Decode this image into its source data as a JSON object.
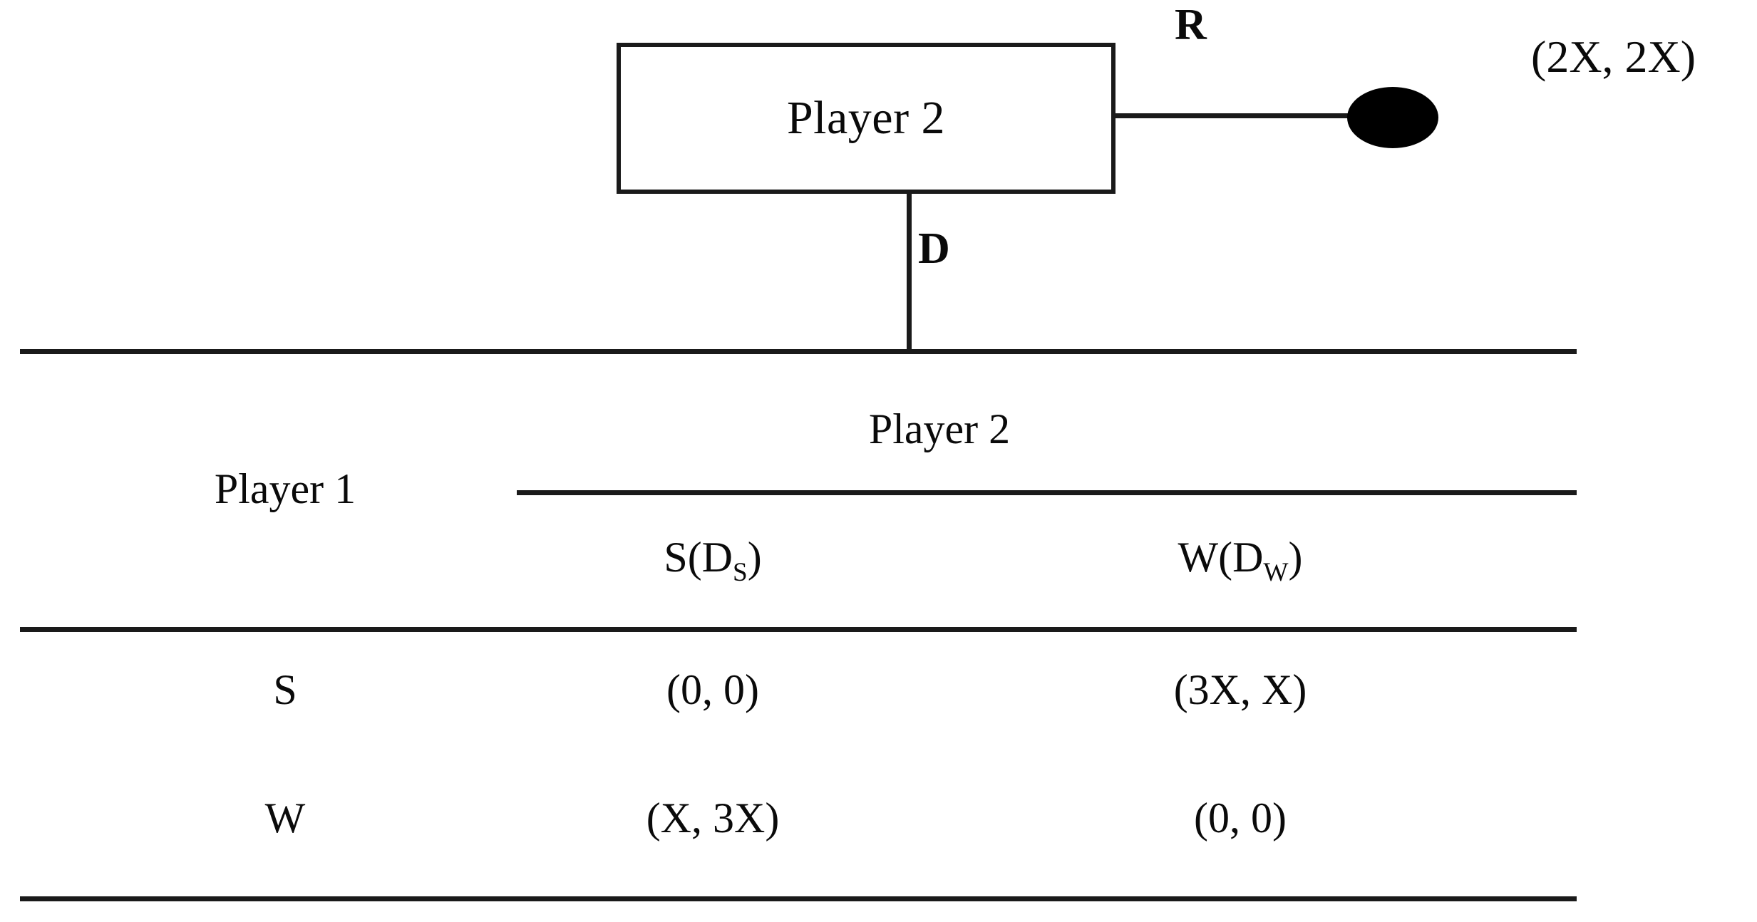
{
  "diagram": {
    "type": "game-theory-extensive-and-normal-form",
    "tree": {
      "decision_node_label": "Player 2",
      "branches": [
        {
          "id": "R",
          "label": "R",
          "direction": "right",
          "terminal": true,
          "payoff": "(2X, 2X)"
        },
        {
          "id": "D",
          "label": "D",
          "direction": "down",
          "terminal": false,
          "leads_to": "payoff-matrix"
        }
      ],
      "terminal_payoff": "(2X, 2X)",
      "terminal_node_icon": "filled-ellipse-node"
    },
    "matrix": {
      "row_player_label": "Player 1",
      "column_player_label": "Player 2",
      "column_headers": [
        {
          "main": "S(D",
          "sub": "S",
          "close": ")",
          "full": "S(DS)"
        },
        {
          "main": "W(D",
          "sub": "W",
          "close": ")",
          "full": "W(DW)"
        }
      ],
      "row_headers": [
        "S",
        "W"
      ],
      "cells": [
        [
          "(0, 0)",
          "(3X, X)"
        ],
        [
          "(X, 3X)",
          "(0, 0)"
        ]
      ]
    },
    "colors": {
      "ink": "#1a1a1a",
      "background": "#ffffff",
      "node_fill": "#000000"
    }
  },
  "chart_data": {
    "type": "table",
    "title": "",
    "row_label": "Player 1",
    "column_label": "Player 2",
    "categories": [
      "S(DS)",
      "W(DW)"
    ],
    "rows": [
      "S",
      "W"
    ],
    "values": [
      [
        "(0, 0)",
        "(3X, X)"
      ],
      [
        "(X, 3X)",
        "(0, 0)"
      ]
    ],
    "annotations": [
      "R",
      "D",
      "(2X, 2X)",
      "Player 2"
    ]
  }
}
